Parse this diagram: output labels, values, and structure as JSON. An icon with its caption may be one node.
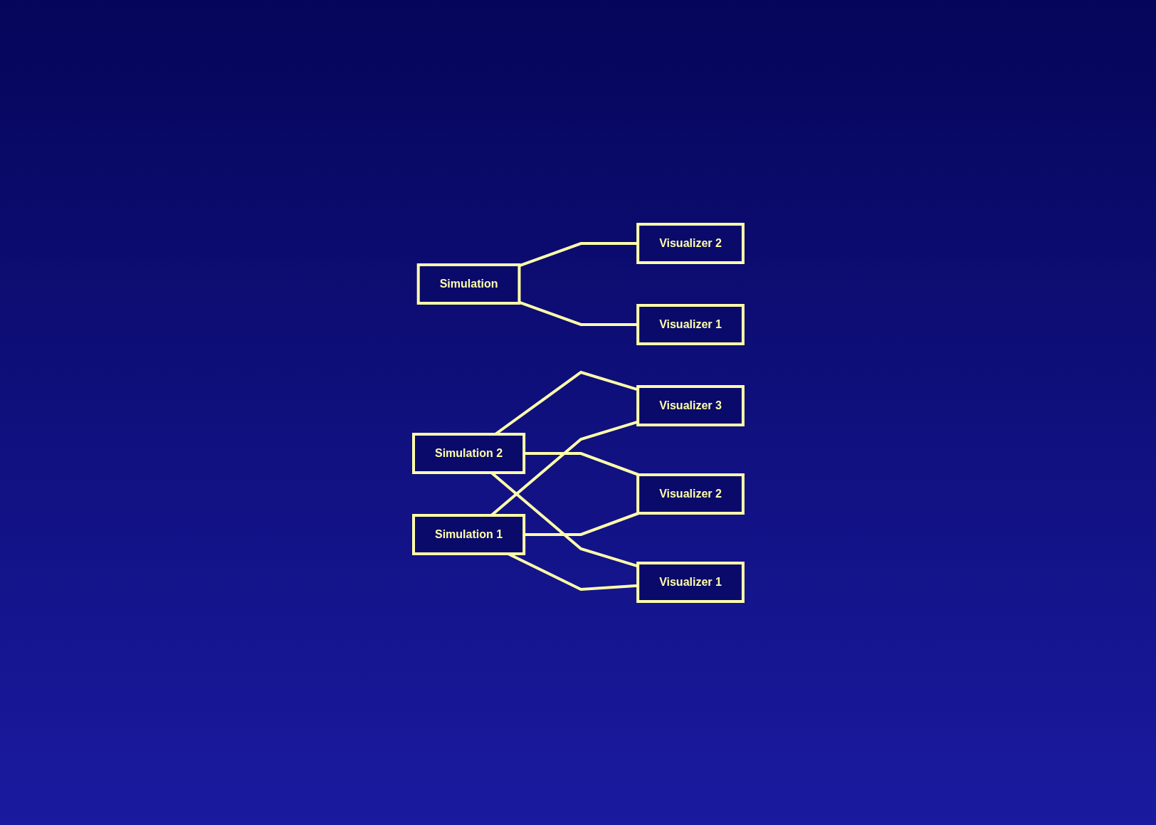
{
  "diagram": {
    "nodes": [
      {
        "text": [
          "Simulation"
        ]
      },
      {
        "text": [
          "Visualizer 2"
        ]
      },
      {
        "text": [
          "Visualizer 1"
        ]
      },
      {
        "text": [
          "Simulation 2"
        ]
      },
      {
        "text": [
          "Simulation 1"
        ]
      },
      {
        "text": [
          "Visualizer 3"
        ]
      },
      {
        "text": [
          "Visualizer 2"
        ]
      },
      {
        "text": [
          "Visualizer 1"
        ]
      }
    ],
    "edges": [
      {
        "from": 0,
        "to": 1,
        "arrow": "none"
      },
      {
        "from": 0,
        "to": 2,
        "arrow": "none"
      },
      {
        "from": 3,
        "to": 5,
        "arrow": "none"
      },
      {
        "from": 3,
        "to": 6,
        "arrow": "none"
      },
      {
        "from": 3,
        "to": 7,
        "arrow": "none"
      },
      {
        "from": 4,
        "to": 5,
        "arrow": "none"
      },
      {
        "from": 4,
        "to": 6,
        "arrow": "none"
      },
      {
        "from": 4,
        "to": 7,
        "arrow": "none"
      }
    ]
  }
}
